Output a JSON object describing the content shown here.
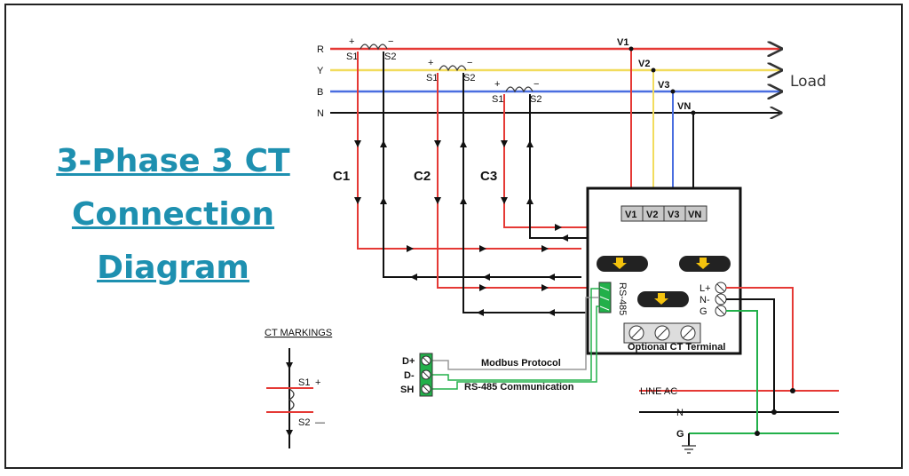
{
  "title_lines": [
    "3-Phase 3 CT",
    "Connection",
    "Diagram"
  ],
  "phases": [
    "R",
    "Y",
    "B",
    "N"
  ],
  "load_label": "Load",
  "ct": [
    {
      "name": "C1",
      "s1": "S1",
      "s2": "S2"
    },
    {
      "name": "C2",
      "s1": "S1",
      "s2": "S2"
    },
    {
      "name": "C3",
      "s1": "S1",
      "s2": "S2"
    }
  ],
  "voltage_taps": [
    "V1",
    "V2",
    "V3",
    "VN"
  ],
  "meter_terminals": [
    "V1",
    "V2",
    "V3",
    "VN"
  ],
  "rs485_label": "RS-485",
  "power_terminals": [
    "L+",
    "N-",
    "G"
  ],
  "optional_label": "Optional  CT  Terminal",
  "comm_terminals": [
    "D+",
    "D-",
    "SH"
  ],
  "modbus_label": "Modbus Protocol",
  "rs485_comm_label": "RS-485 Communication",
  "line_labels": [
    "LINE  AC",
    "N",
    "G"
  ],
  "ct_markings": {
    "title": "CT  MARKINGS",
    "s1": "S1",
    "plus": "+",
    "s2": "S2",
    "minus": "—"
  },
  "colors": {
    "red": "#e53935",
    "yellow": "#f2dc5d",
    "blue": "#4a6ee0",
    "black": "#111111",
    "green": "#22b04a",
    "title": "#1e90b0"
  }
}
